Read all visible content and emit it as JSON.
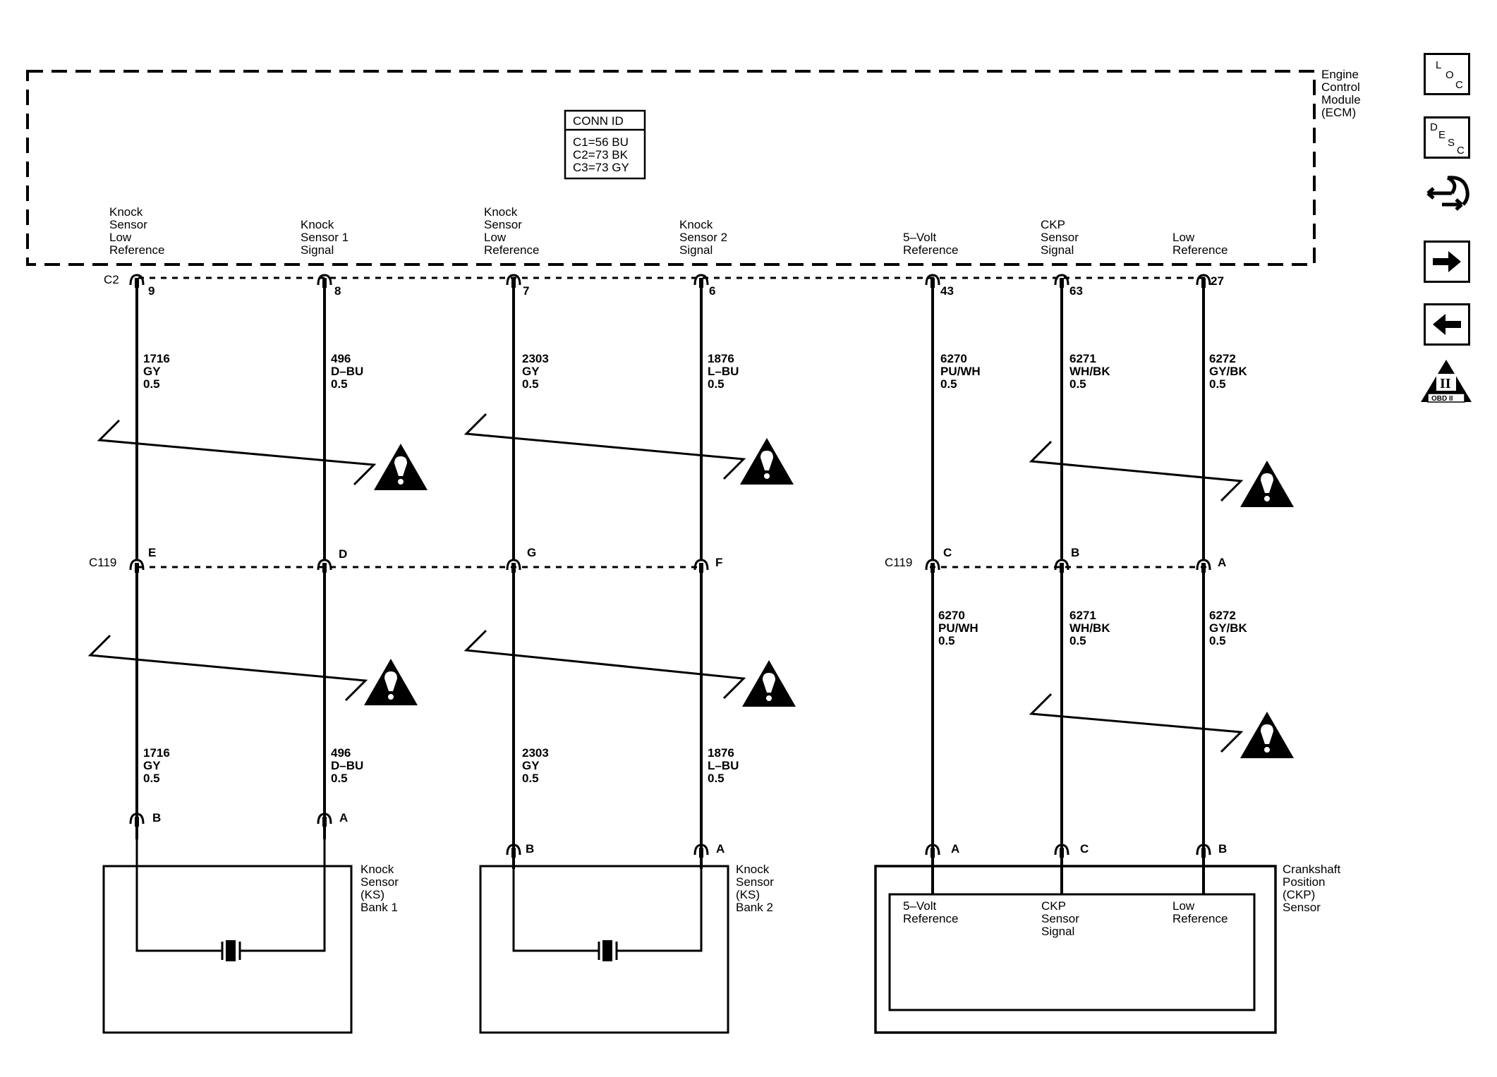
{
  "ecm": {
    "name_lines": [
      "Engine",
      "Control",
      "Module",
      "(ECM)"
    ],
    "conn_id": {
      "title": "CONN ID",
      "lines": [
        "C1=56 BU",
        "C2=73 BK",
        "C3=73 GY"
      ]
    },
    "connector": "C2"
  },
  "inline_connector": "C119",
  "circuits": [
    {
      "func": [
        "Knock",
        "Sensor",
        "Low",
        "Reference"
      ],
      "ecm_pin": "9",
      "wire_top": [
        "1716",
        "GY",
        "0.5"
      ],
      "c119_pin": "E",
      "wire_bottom": [
        "1716",
        "GY",
        "0.5"
      ],
      "end_pin": "B"
    },
    {
      "func": [
        "Knock",
        "Sensor 1",
        "Signal"
      ],
      "ecm_pin": "8",
      "wire_top": [
        "496",
        "D–BU",
        "0.5"
      ],
      "c119_pin": "D",
      "wire_bottom": [
        "496",
        "D–BU",
        "0.5"
      ],
      "end_pin": "A"
    },
    {
      "func": [
        "Knock",
        "Sensor",
        "Low",
        "Reference"
      ],
      "ecm_pin": "7",
      "wire_top": [
        "2303",
        "GY",
        "0.5"
      ],
      "c119_pin": "G",
      "wire_bottom": [
        "2303",
        "GY",
        "0.5"
      ],
      "end_pin": "B"
    },
    {
      "func": [
        "Knock",
        "Sensor 2",
        "Signal"
      ],
      "ecm_pin": "6",
      "wire_top": [
        "1876",
        "L–BU",
        "0.5"
      ],
      "c119_pin": "F",
      "wire_bottom": [
        "1876",
        "L–BU",
        "0.5"
      ],
      "end_pin": "A"
    },
    {
      "func": [
        "5–Volt",
        "Reference"
      ],
      "ecm_pin": "43",
      "wire_top": [
        "6270",
        "PU/WH",
        "0.5"
      ],
      "c119_pin": "C",
      "wire_bottom": [
        "6270",
        "PU/WH",
        "0.5"
      ],
      "end_pin": "A"
    },
    {
      "func": [
        "CKP",
        "Sensor",
        "Signal"
      ],
      "ecm_pin": "63",
      "wire_top": [
        "6271",
        "WH/BK",
        "0.5"
      ],
      "c119_pin": "B",
      "wire_bottom": [
        "6271",
        "WH/BK",
        "0.5"
      ],
      "end_pin": "C"
    },
    {
      "func": [
        "Low",
        "Reference"
      ],
      "ecm_pin": "27",
      "wire_top": [
        "6272",
        "GY/BK",
        "0.5"
      ],
      "c119_pin": "A",
      "wire_bottom": [
        "6272",
        "GY/BK",
        "0.5"
      ],
      "end_pin": "B"
    }
  ],
  "components": {
    "ks1": [
      "Knock",
      "Sensor",
      "(KS)",
      "Bank 1"
    ],
    "ks2": [
      "Knock",
      "Sensor",
      "(KS)",
      "Bank 2"
    ],
    "ckp": {
      "name_lines": [
        "Crankshaft",
        "Position",
        "(CKP)",
        "Sensor"
      ],
      "pins": [
        [
          "5–Volt",
          "Reference"
        ],
        [
          "CKP",
          "Sensor",
          "Signal"
        ],
        [
          "Low",
          "Reference"
        ]
      ]
    }
  },
  "sidebar": {
    "loc": [
      "L",
      "O",
      "C"
    ],
    "desc": [
      "D",
      "E",
      "S",
      "C"
    ],
    "items": [
      {
        "icon": "loc-icon"
      },
      {
        "icon": "desc-icon"
      },
      {
        "icon": "connector-end-view-icon"
      },
      {
        "icon": "next-arrow-icon"
      },
      {
        "icon": "previous-arrow-icon"
      },
      {
        "icon": "obd-ii-icon"
      }
    ],
    "obd": {
      "roman": "II",
      "label": "OBD II"
    }
  }
}
